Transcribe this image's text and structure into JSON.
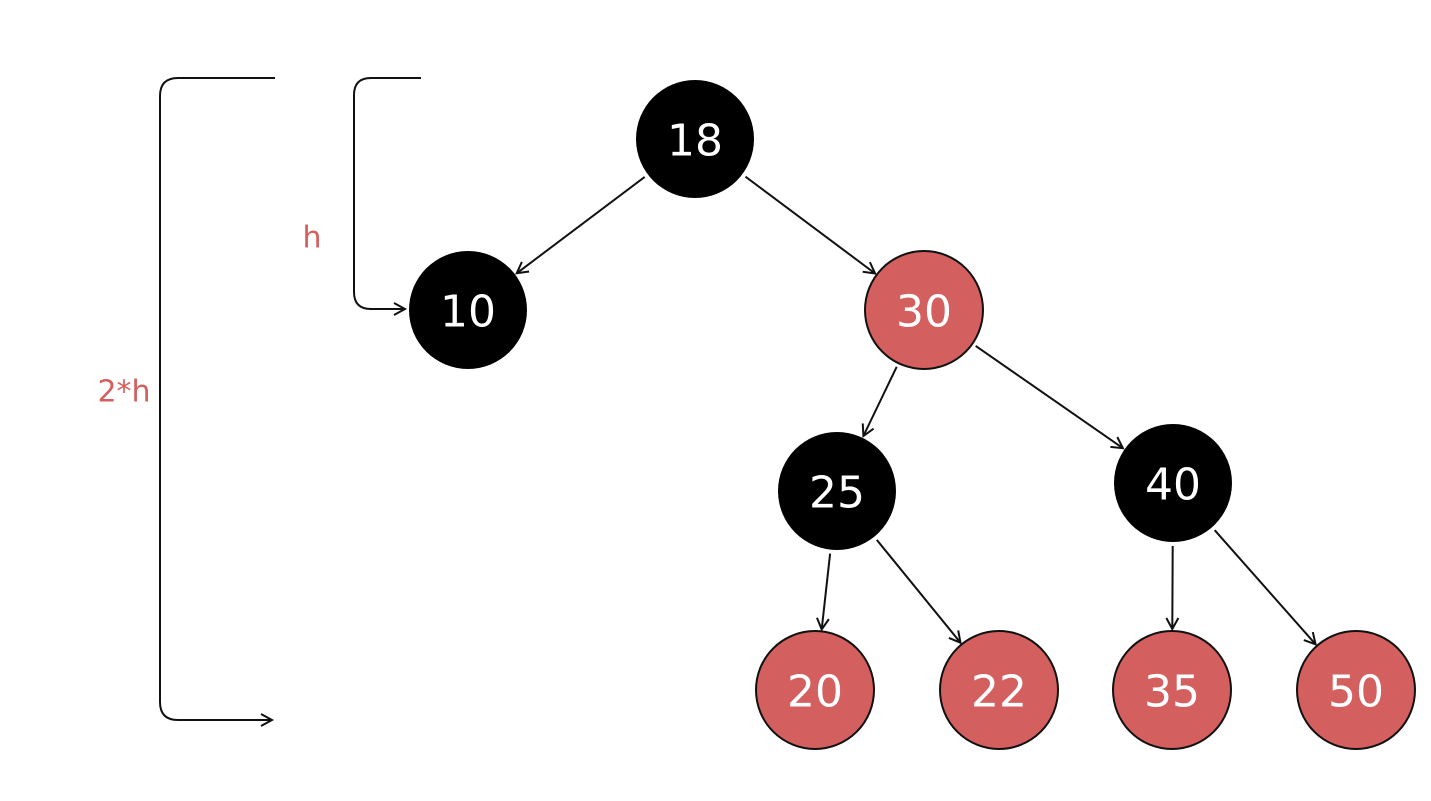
{
  "colors": {
    "black_node": "#000000",
    "red_node": "#d45f5f",
    "node_text": "#ffffff",
    "dimension_label": "#d45f5f",
    "line": "#111111"
  },
  "tree": {
    "nodes": [
      {
        "id": "n18",
        "label": "18",
        "color": "black"
      },
      {
        "id": "n10",
        "label": "10",
        "color": "black"
      },
      {
        "id": "n30",
        "label": "30",
        "color": "red"
      },
      {
        "id": "n25",
        "label": "25",
        "color": "black"
      },
      {
        "id": "n40",
        "label": "40",
        "color": "black"
      },
      {
        "id": "n20",
        "label": "20",
        "color": "red"
      },
      {
        "id": "n22",
        "label": "22",
        "color": "red"
      },
      {
        "id": "n35",
        "label": "35",
        "color": "red"
      },
      {
        "id": "n50",
        "label": "50",
        "color": "red"
      }
    ],
    "edges": [
      {
        "from": "n18",
        "to": "n10"
      },
      {
        "from": "n18",
        "to": "n30"
      },
      {
        "from": "n30",
        "to": "n25"
      },
      {
        "from": "n30",
        "to": "n40"
      },
      {
        "from": "n25",
        "to": "n20"
      },
      {
        "from": "n25",
        "to": "n22"
      },
      {
        "from": "n40",
        "to": "n35"
      },
      {
        "from": "n40",
        "to": "n50"
      }
    ]
  },
  "dimensions": {
    "short_label": "h",
    "long_label": "2*h"
  }
}
